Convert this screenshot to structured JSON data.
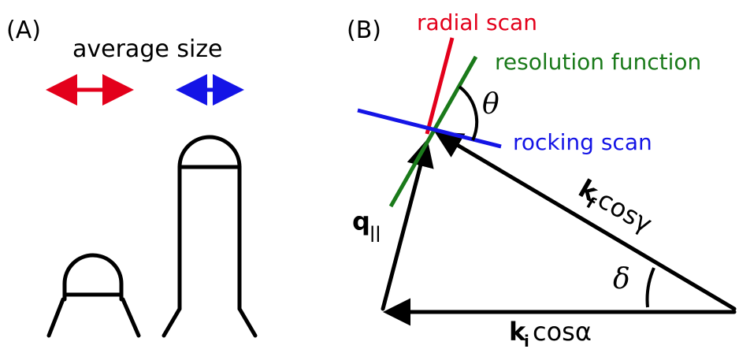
{
  "panel_a": {
    "label": "(A)",
    "caption": "average size",
    "colors": {
      "red": "#e3001b",
      "blue": "#1414e6",
      "black": "#000000"
    }
  },
  "panel_b": {
    "label": "(B)",
    "radial_scan": "radial scan",
    "resolution_function": "resolution function",
    "rocking_scan": "rocking scan",
    "theta": "θ",
    "delta": "δ",
    "q_main": "q",
    "q_sub": "||",
    "kf_main": "k",
    "kf_sub": "f",
    "kf_rest": "cosγ",
    "ki_main": "k",
    "ki_sub": "i",
    "ki_rest": "cosα",
    "colors": {
      "radial": "#e3001b",
      "resolution": "#1a7a1a",
      "rocking": "#1414e6",
      "black": "#000000"
    }
  }
}
